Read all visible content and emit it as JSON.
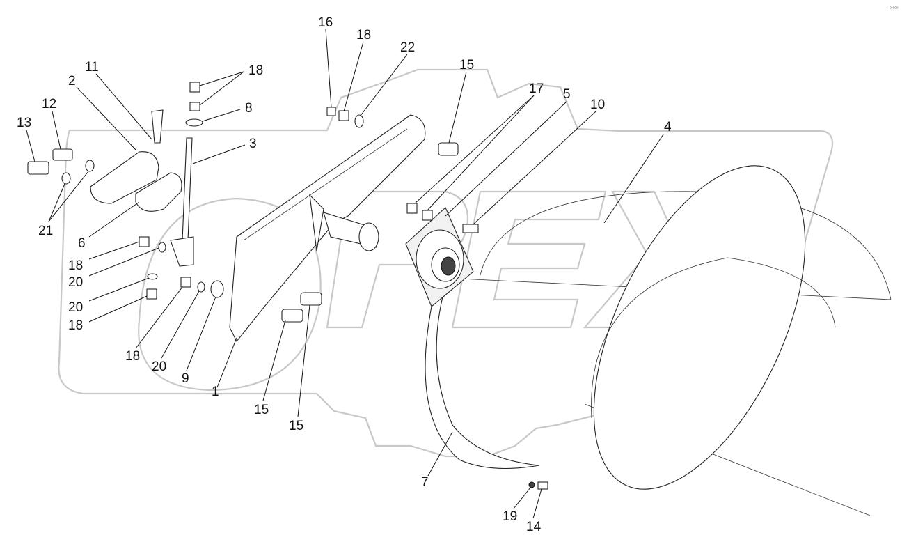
{
  "diagram": {
    "corner_mark": "ᵒ ᵒᵒᵒ",
    "watermark_brand": "ОРЕХ",
    "colors": {
      "line": "#222222",
      "watermark": "#c8c8c8",
      "background": "#ffffff"
    },
    "callouts": [
      {
        "id": "c16",
        "label": "16"
      },
      {
        "id": "c18a",
        "label": "18"
      },
      {
        "id": "c22",
        "label": "22"
      },
      {
        "id": "c15a",
        "label": "15"
      },
      {
        "id": "c17",
        "label": "17"
      },
      {
        "id": "c5",
        "label": "5"
      },
      {
        "id": "c10",
        "label": "10"
      },
      {
        "id": "c4",
        "label": "4"
      },
      {
        "id": "c11",
        "label": "11"
      },
      {
        "id": "c2",
        "label": "2"
      },
      {
        "id": "c18b",
        "label": "18"
      },
      {
        "id": "c8",
        "label": "8"
      },
      {
        "id": "c12",
        "label": "12"
      },
      {
        "id": "c13",
        "label": "13"
      },
      {
        "id": "c3",
        "label": "3"
      },
      {
        "id": "c21",
        "label": "21"
      },
      {
        "id": "c6",
        "label": "6"
      },
      {
        "id": "c18c",
        "label": "18"
      },
      {
        "id": "c20a",
        "label": "20"
      },
      {
        "id": "c20b",
        "label": "20"
      },
      {
        "id": "c18d",
        "label": "18"
      },
      {
        "id": "c18e",
        "label": "18"
      },
      {
        "id": "c20c",
        "label": "20"
      },
      {
        "id": "c9",
        "label": "9"
      },
      {
        "id": "c1",
        "label": "1"
      },
      {
        "id": "c15b",
        "label": "15"
      },
      {
        "id": "c15c",
        "label": "15"
      },
      {
        "id": "c7",
        "label": "7"
      },
      {
        "id": "c19",
        "label": "19"
      },
      {
        "id": "c14",
        "label": "14"
      }
    ]
  }
}
